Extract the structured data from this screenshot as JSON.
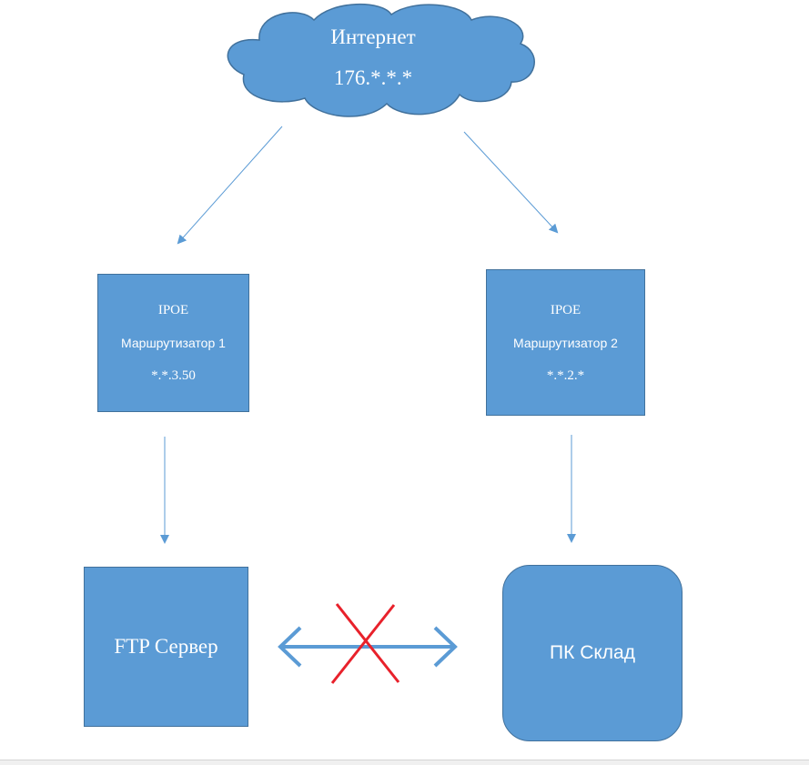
{
  "internet": {
    "title": "Интернет",
    "ip": "176.*.*.*"
  },
  "router1": {
    "type": "IPOE",
    "name": "Маршрутизатор 1",
    "ip": "*.*.3.50"
  },
  "router2": {
    "type": "IPOE",
    "name": "Маршрутизатор 2",
    "ip": "*.*.2.*"
  },
  "ftp_server": {
    "label": "FTP Сервер"
  },
  "pc_warehouse": {
    "label": "ПК Склад"
  },
  "colors": {
    "node_fill": "#5b9bd5",
    "node_border": "#41719c",
    "connector": "#5b9bd5",
    "blocked_mark": "#e8212b"
  }
}
